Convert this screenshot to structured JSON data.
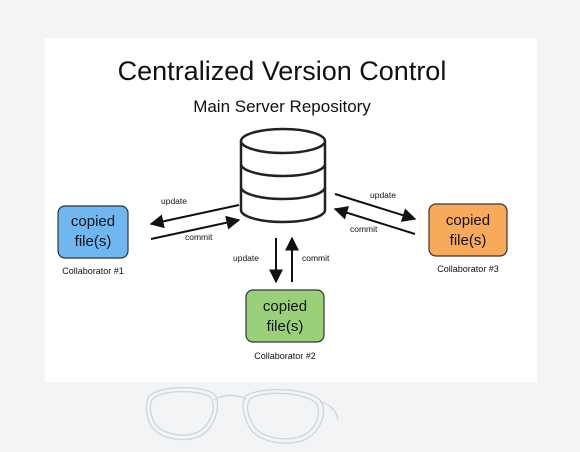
{
  "title": "Centralized Version Control",
  "subtitle": "Main Server Repository",
  "server_icon": "database-icon",
  "colors": {
    "collab1_fill": "#6fb7f0",
    "collab2_fill": "#9bd07a",
    "collab3_fill": "#f9a95a",
    "box_stroke": "#333333",
    "arrow": "#111111"
  },
  "collaborators": [
    {
      "box_line1": "copied",
      "box_line2": "file(s)",
      "label": "Collaborator #1",
      "arrow_out": "update",
      "arrow_in": "commit"
    },
    {
      "box_line1": "copied",
      "box_line2": "file(s)",
      "label": "Collaborator #2",
      "arrow_out": "update",
      "arrow_in": "commit"
    },
    {
      "box_line1": "copied",
      "box_line2": "file(s)",
      "label": "Collaborator #3",
      "arrow_out": "update",
      "arrow_in": "commit"
    }
  ]
}
